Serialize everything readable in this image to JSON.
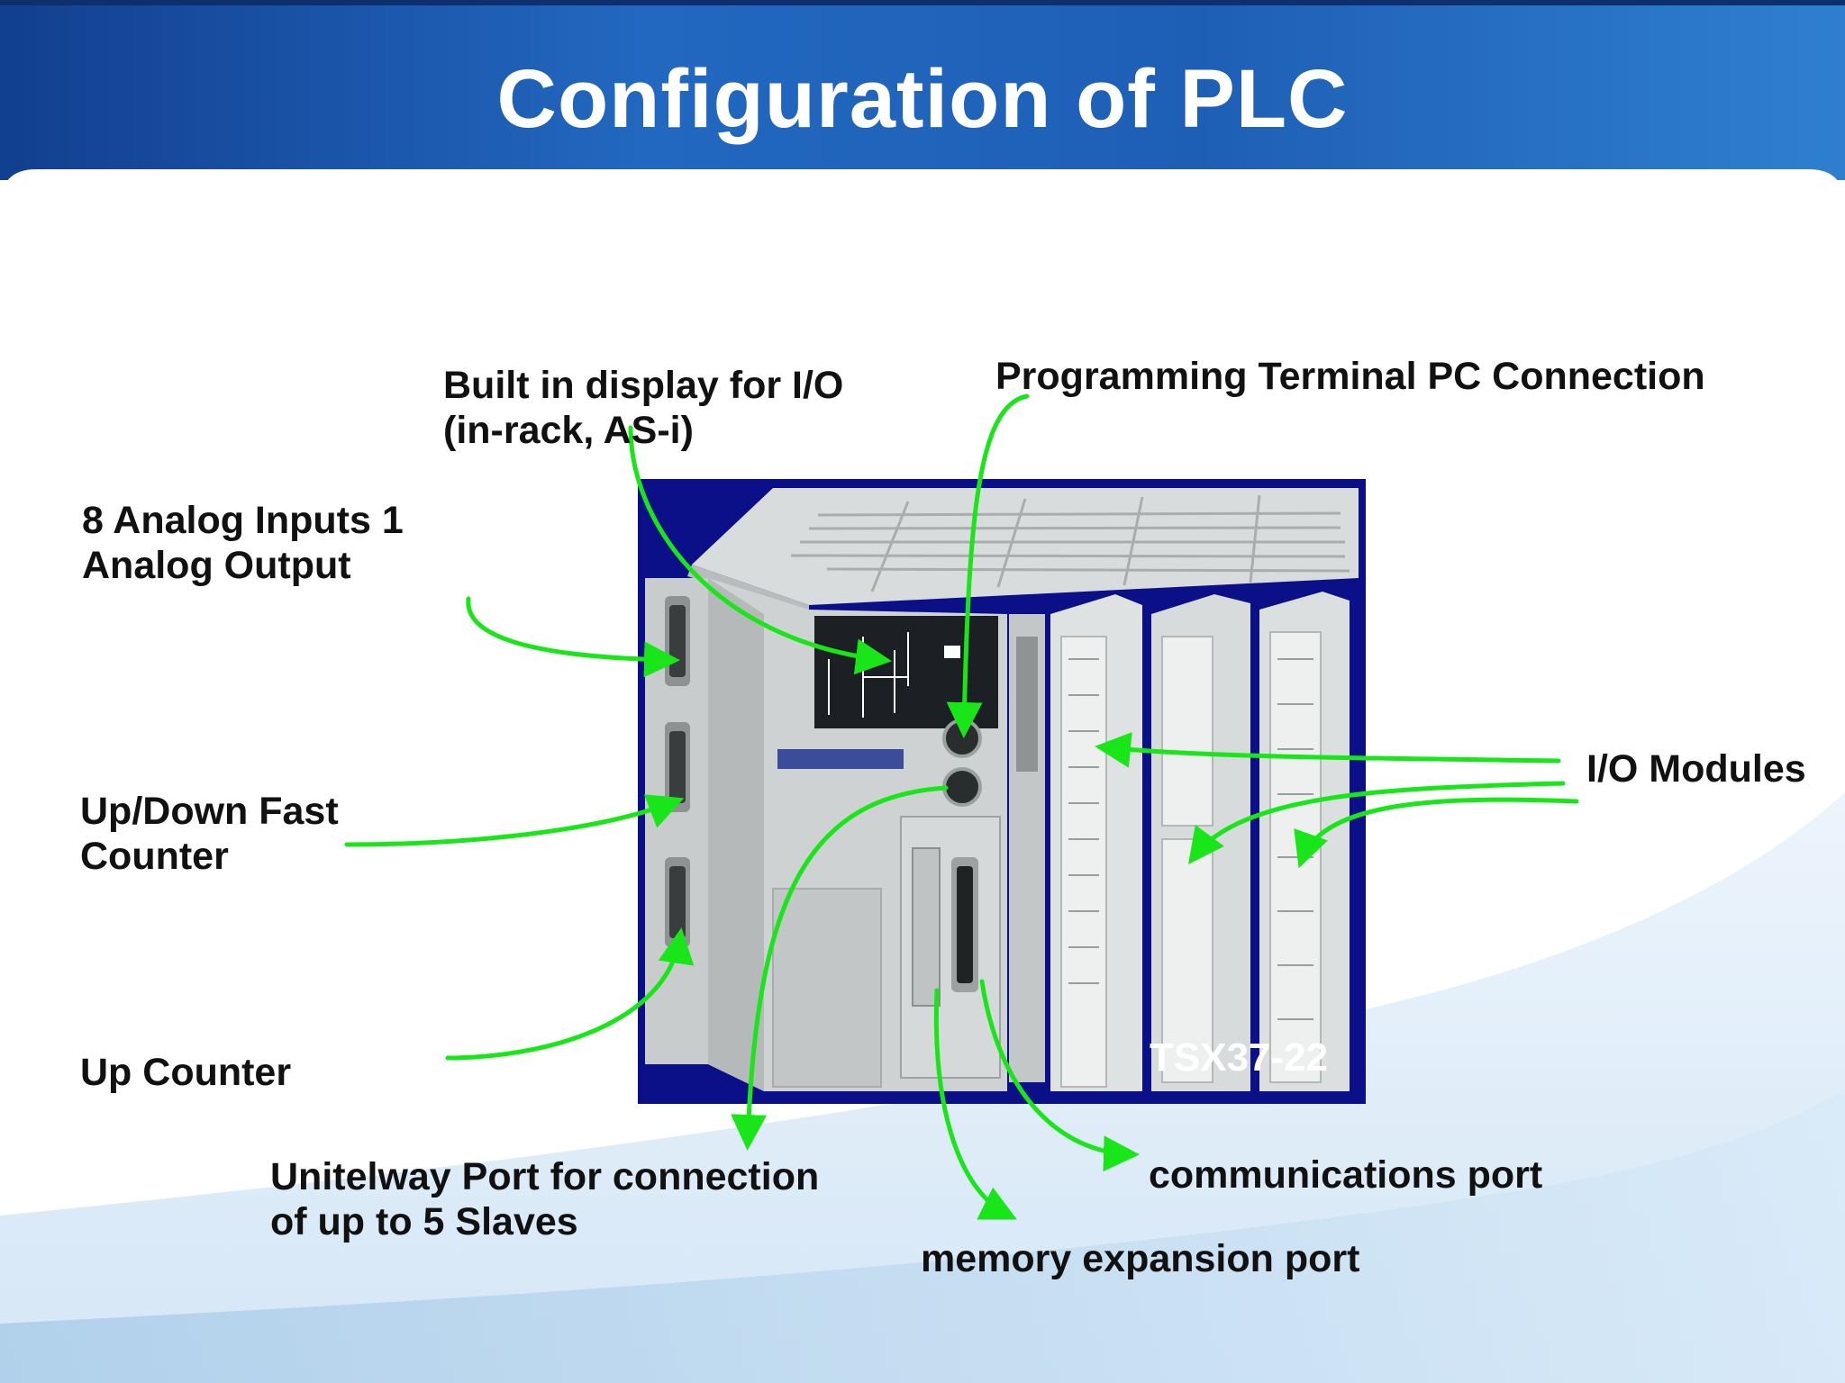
{
  "title": "Configuration of PLC",
  "model_label": "TSX37-22",
  "labels": {
    "analog_io": [
      "8 Analog Inputs 1",
      "Analog Output"
    ],
    "built_in_display": [
      "Built in display for I/O",
      "(in-rack, AS-i)"
    ],
    "programming_terminal": [
      "Programming Terminal PC Connection"
    ],
    "io_modules": [
      "I/O Modules"
    ],
    "up_down_counter": [
      "Up/Down Fast",
      "Counter"
    ],
    "up_counter": [
      "Up Counter"
    ],
    "unitelway_port": [
      "Unitelway Port for connection",
      "of up to 5 Slaves"
    ],
    "communications_port": [
      "communications port"
    ],
    "memory_expansion_port": [
      "memory expansion port"
    ]
  },
  "colors": {
    "header_blue": "#1f63b8",
    "arrow_green": "#19e619",
    "image_background": "#0b0f88",
    "text": "#111111"
  }
}
